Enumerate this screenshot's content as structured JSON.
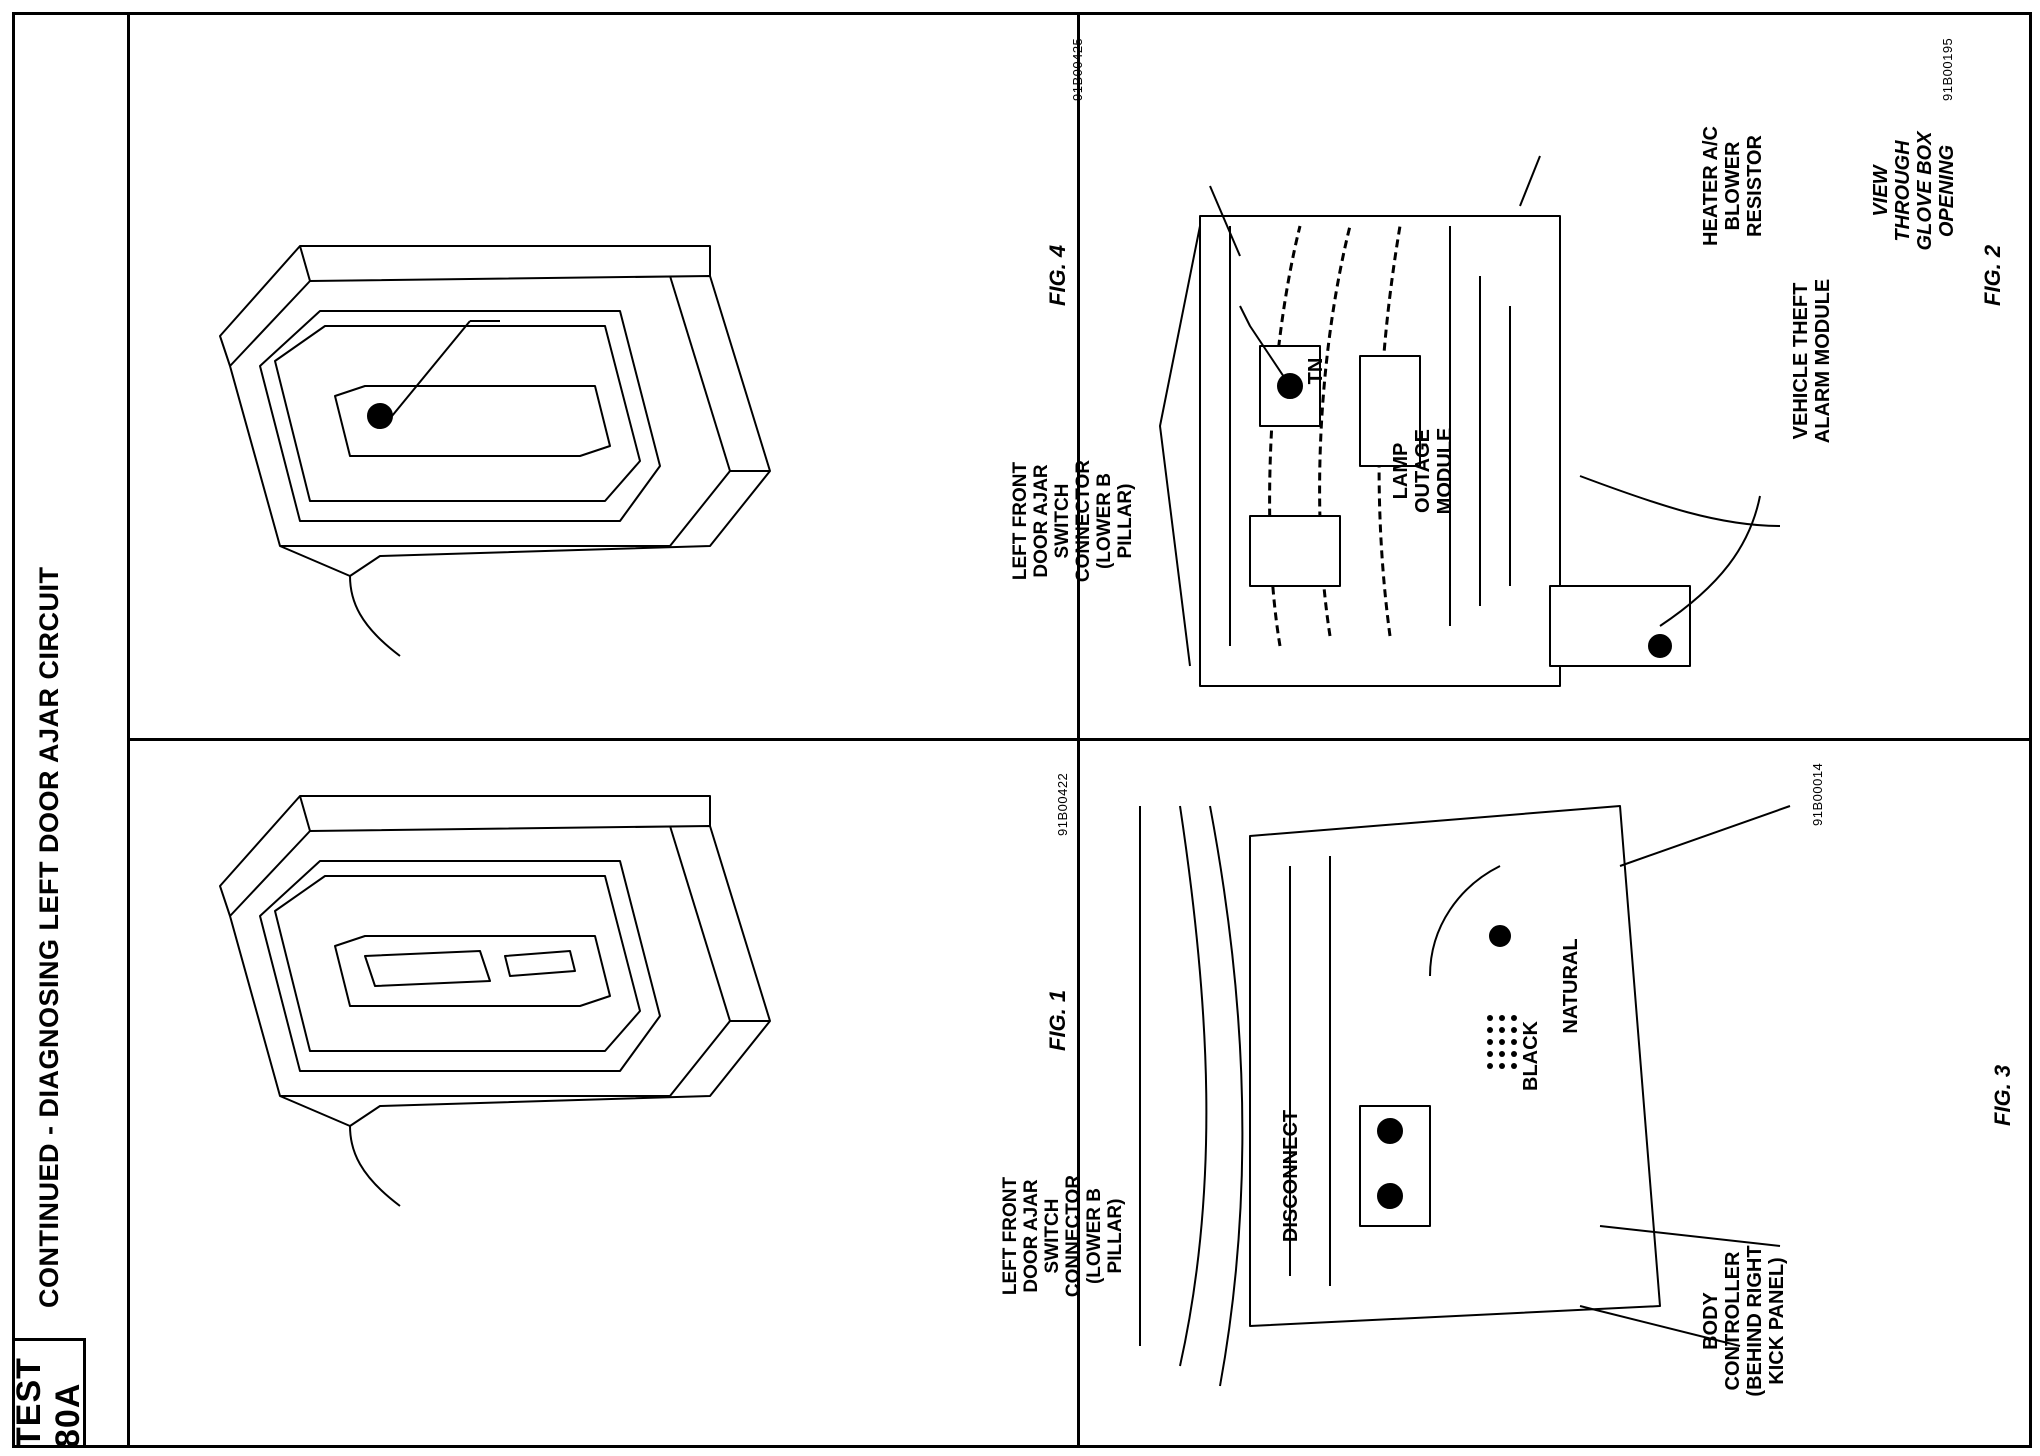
{
  "header": {
    "test_id": "TEST 80A",
    "title": "CONTINUED - DIAGNOSING LEFT DOOR AJAR CIRCUIT"
  },
  "figures": [
    {
      "label": "FIG. 1",
      "code": "91B00422",
      "callouts": [
        "LEFT FRONT\nDOOR AJAR\nSWITCH\nCONNECTOR\n(LOWER B\nPILLAR)"
      ]
    },
    {
      "label": "FIG. 2",
      "code": "91B00195",
      "callouts": [
        "HEATER A/C\nBLOWER\nRESISTOR",
        "VIEW THROUGH\nGLOVE BOX\nOPENING",
        "VEHICLE THEFT\nALARM MODULE",
        "LAMP\nOUTAGE\nMODULE"
      ]
    },
    {
      "label": "FIG. 3",
      "code": "91B00014",
      "callouts": [
        "DISCONNECT",
        "BLACK",
        "NATURAL",
        "BODY CONTROLLER\n(BEHIND RIGHT\nKICK PANEL)"
      ]
    },
    {
      "label": "FIG. 4",
      "code": "91B00425",
      "callouts": [
        "LEFT FRONT\nDOOR AJAR\nSWITCH\nCONNECTOR\n(LOWER B\nPILLAR)",
        "TN"
      ]
    }
  ]
}
